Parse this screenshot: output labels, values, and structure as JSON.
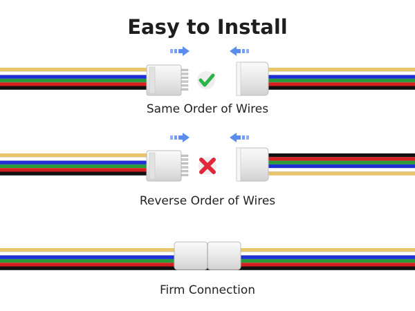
{
  "title": "Easy to Install",
  "captions": {
    "same_order": "Same Order of Wires",
    "reverse_order": "Reverse Order of Wires",
    "firm": "Firm Connection"
  },
  "colors": {
    "arrow": "#5b8def",
    "check": "#2db34a",
    "cross": "#e0263a",
    "connector": "#eeeeee",
    "wires_order": [
      "#e8c46a",
      "#ffffff",
      "#1e2fd6",
      "#2a9a3a",
      "#d42020",
      "#111111"
    ]
  },
  "icons": {
    "arrow": "double-arrow-icon",
    "check": "check-icon",
    "cross": "cross-icon"
  }
}
